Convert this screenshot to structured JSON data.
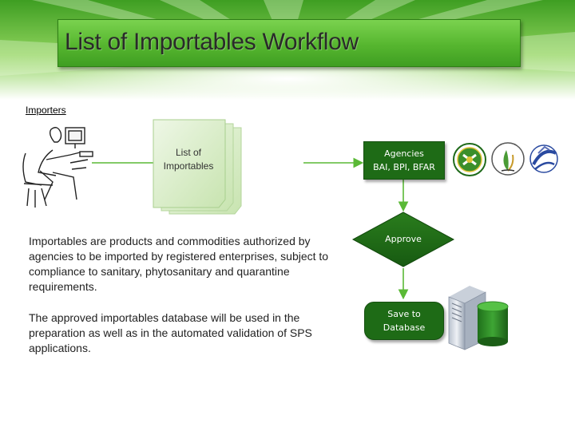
{
  "title": "List of Importables Workflow",
  "importers_label": "Importers",
  "document": {
    "line1": "List of",
    "line2": "Importables"
  },
  "agencies": {
    "line1": "Agencies",
    "line2": "BAI, BPI,  BFAR"
  },
  "approve_label": "Approve",
  "save": {
    "line1": "Save to",
    "line2": "Database"
  },
  "description": {
    "term": "Importables",
    "definition": " are products and commodities authorized by agencies to be imported by registered enterprises, subject to compliance to sanitary, phytosanitary and quarantine requirements.",
    "usage": "The approved importables database will be used in the preparation as well as in the automated validation of SPS applications."
  },
  "icons": {
    "person": "person-at-computer-icon",
    "document_stack": "document-stack-icon",
    "logos": [
      "bai-logo-icon",
      "bpi-logo-icon",
      "bfar-logo-icon"
    ],
    "server": "database-server-icon"
  },
  "colors": {
    "title_green": "#5cbd34",
    "dark_green": "#1e6b16",
    "arrow_green": "#5ab936",
    "doc_green": "#d6ecc2"
  }
}
